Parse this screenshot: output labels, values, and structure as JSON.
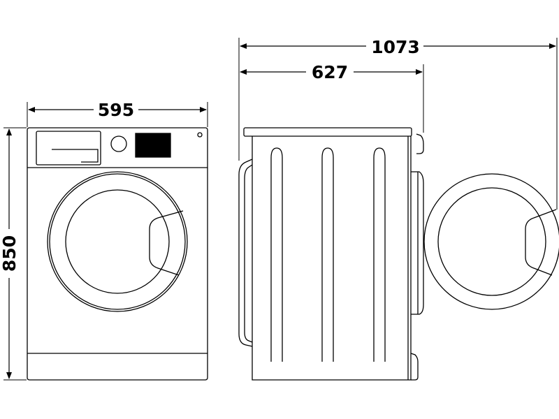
{
  "dimensions": {
    "width": "595",
    "height": "850",
    "depth": "627",
    "depth_door_open": "1073"
  },
  "colors": {
    "line": "#000000",
    "background": "#ffffff",
    "display_panel": "#000000"
  },
  "views": {
    "front": "front-view-washing-machine",
    "side": "side-view-washing-machine",
    "door": "open-door-circle"
  }
}
